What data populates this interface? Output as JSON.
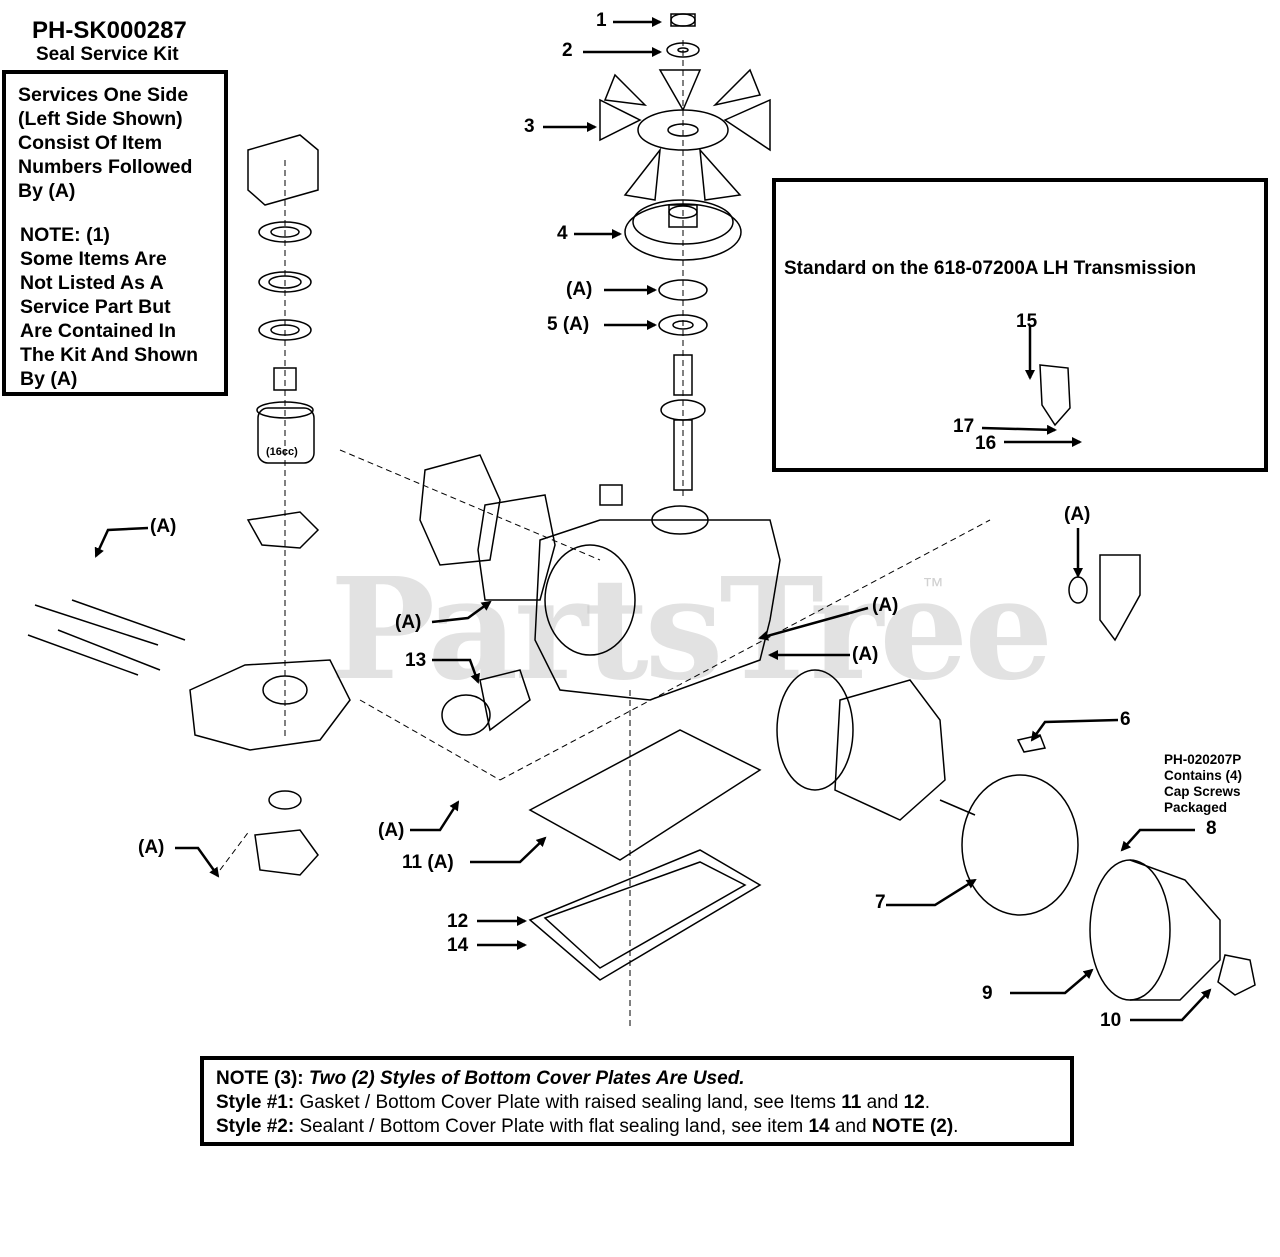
{
  "kit": {
    "number": "PH-SK000287",
    "name": "Seal Service Kit"
  },
  "services_box": {
    "lines": [
      "Services One Side",
      "(Left Side Shown)",
      "Consist Of Item",
      "Numbers Followed",
      "By (A)"
    ],
    "note_lines": [
      "NOTE: (1)",
      "Some Items Are",
      "Not Listed As A",
      "Service Part But",
      "Are Contained In",
      "The Kit And Shown",
      "By (A)"
    ]
  },
  "standard_box": {
    "title": "Standard on the 618-07200A LH Transmission"
  },
  "callouts": {
    "c1": "1",
    "c2": "2",
    "c3": "3",
    "c4": "4",
    "cA_top": "(A)",
    "c5": "5 (A)",
    "c15": "15",
    "c17": "17",
    "c16": "16",
    "cA_right": "(A)",
    "cA_mid1": "(A)",
    "cA_mid2": "(A)",
    "cA_left": "(A)",
    "cA_gasket": "(A)",
    "c13": "13",
    "c6": "6",
    "cA_lower": "(A)",
    "c11": "11 (A)",
    "cA_fitting": "(A)",
    "c12": "12",
    "c14": "14",
    "c7": "7",
    "c8": "8",
    "c9": "9",
    "c10": "10",
    "cc16": "(16cc)"
  },
  "cap_screw_note": [
    "PH-020207P",
    "Contains (4)",
    "Cap Screws",
    "Packaged"
  ],
  "watermark": "PartsTree",
  "trademark": "™",
  "note3": {
    "heading": "NOTE (3):",
    "heading_text": "Two (2) Styles of Bottom Cover Plates Are Used.",
    "style1_label": "Style #1:",
    "style1_text": "Gasket / Bottom Cover Plate with raised sealing land, see Items",
    "style1_i1": "11",
    "style1_and": "and",
    "style1_i2": "12",
    "style1_end": ".",
    "style2_label": "Style #2:",
    "style2_text": "Sealant / Bottom Cover Plate with flat sealing land, see item",
    "style2_i1": "14",
    "style2_and": "and",
    "style2_i2": "NOTE (2)",
    "style2_end": "."
  }
}
